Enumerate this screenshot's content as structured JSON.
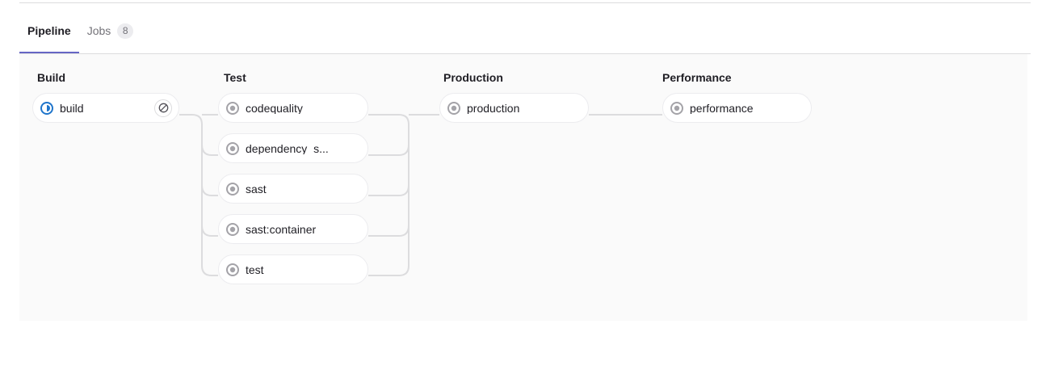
{
  "tabs": [
    {
      "label": "Pipeline",
      "active": true,
      "badge": null,
      "name": "tab-pipeline"
    },
    {
      "label": "Jobs",
      "active": false,
      "badge": "8",
      "name": "tab-jobs"
    }
  ],
  "colors": {
    "accent": "#6666c4",
    "panel_bg": "#fafafa",
    "border": "#dcdcde",
    "pill_border": "#ececef",
    "text": "#1f1e24",
    "muted_text": "#737278",
    "status_running": "#1f75cb",
    "status_created": "#a4a3a8",
    "connector": "#dcdcde"
  },
  "pipeline": {
    "stages": [
      {
        "name": "Build",
        "jobs": [
          {
            "name": "build",
            "status": "running",
            "status_icon": "status-running-icon",
            "action": {
              "icon": "cancel-icon",
              "label": "Cancel"
            }
          }
        ]
      },
      {
        "name": "Test",
        "jobs": [
          {
            "name": "codequality",
            "status": "created",
            "status_icon": "status-created-icon",
            "action": null
          },
          {
            "name": "dependency_s...",
            "status": "created",
            "status_icon": "status-created-icon",
            "action": null
          },
          {
            "name": "sast",
            "status": "created",
            "status_icon": "status-created-icon",
            "action": null
          },
          {
            "name": "sast:container",
            "status": "created",
            "status_icon": "status-created-icon",
            "action": null
          },
          {
            "name": "test",
            "status": "created",
            "status_icon": "status-created-icon",
            "action": null
          }
        ]
      },
      {
        "name": "Production",
        "jobs": [
          {
            "name": "production",
            "status": "created",
            "status_icon": "status-created-icon",
            "action": null
          }
        ]
      },
      {
        "name": "Performance",
        "jobs": [
          {
            "name": "performance",
            "status": "created",
            "status_icon": "status-created-icon",
            "action": null
          }
        ]
      }
    ]
  }
}
